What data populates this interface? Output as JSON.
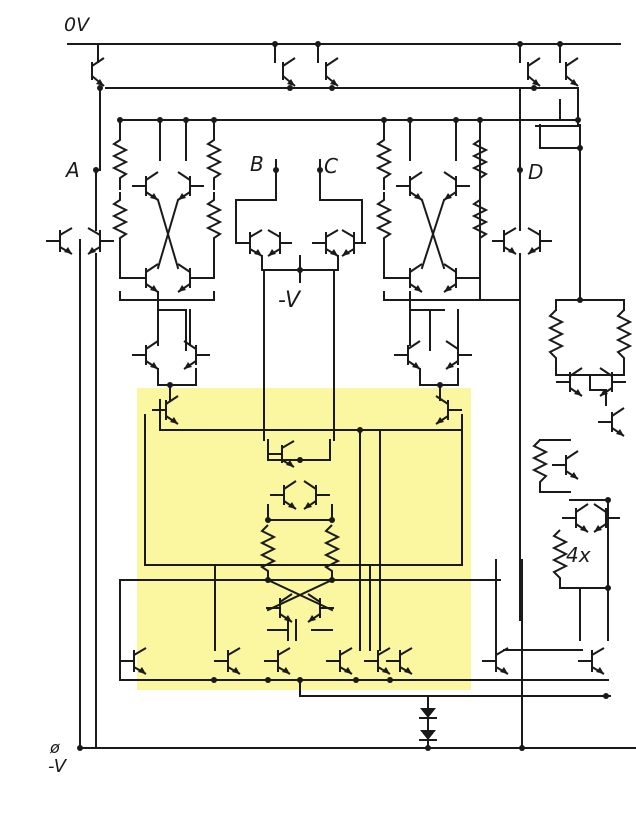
{
  "diagram": {
    "highlight_color": "#fbf6a0",
    "line_color": "#1a1a1a",
    "labels": {
      "rail_top": "0V",
      "rail_bottom_a": "ø",
      "rail_bottom_b": "-V",
      "node_a": "A",
      "node_b": "B",
      "node_c": "C",
      "node_d": "D",
      "mid_supply": "-V",
      "ratio": "4x"
    }
  }
}
